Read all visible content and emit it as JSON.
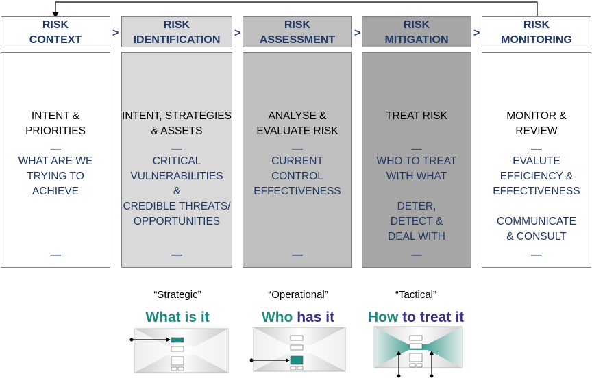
{
  "headers": [
    {
      "line1": "RISK",
      "line2": "CONTEXT"
    },
    {
      "line1": "RISK",
      "line2": "IDENTIFICATION"
    },
    {
      "line1": "RISK",
      "line2": "ASSESSMENT"
    },
    {
      "line1": "RISK",
      "line2": "MITIGATION"
    },
    {
      "line1": "RISK",
      "line2": "MONITORING"
    }
  ],
  "separator": ">",
  "dash": "—",
  "boxes": [
    {
      "title": [
        "INTENT &",
        "PRIORITIES"
      ],
      "blue": [
        "WHAT ARE WE",
        "TRYING TO",
        "ACHIEVE"
      ]
    },
    {
      "title": [
        "INTENT, STRATEGIES",
        "& ASSETS"
      ],
      "blue": [
        "CRITICAL",
        "VULNERABILITIES",
        "&",
        "CREDIBLE THREATS/",
        "OPPORTUNITIES"
      ]
    },
    {
      "title": [
        "ANALYSE &",
        "EVALUATE RISK"
      ],
      "blue": [
        "CURRENT",
        "CONTROL",
        "EFFECTIVENESS"
      ]
    },
    {
      "title": [
        "TREAT RISK"
      ],
      "blue": [
        "WHO TO TREAT",
        "WITH WHAT",
        "",
        "DETER,",
        "DETECT &",
        "DEAL WITH"
      ]
    },
    {
      "title": [
        "MONITOR &",
        "REVIEW"
      ],
      "blue": [
        "EVALUTE",
        "EFFICIENCY &",
        "EFFECTIVENESS",
        "",
        "COMMUNICATE",
        "& CONSULT"
      ]
    }
  ],
  "levels": [
    {
      "tag": "“Strategic”",
      "big_a": "What",
      "big_b": " is it"
    },
    {
      "tag": "“Operational”",
      "big_a": "Who",
      "big_b": " has it"
    },
    {
      "tag": "“Tactical”",
      "big_a": "How",
      "big_b": " to treat it"
    }
  ],
  "colors": {
    "navy": "#1f3864",
    "teal": "#1e8c80",
    "purple": "#3b2f8f",
    "box_light": "#d9d9d9",
    "box_mid": "#bfbfbf",
    "box_dark": "#a6a6a6"
  }
}
